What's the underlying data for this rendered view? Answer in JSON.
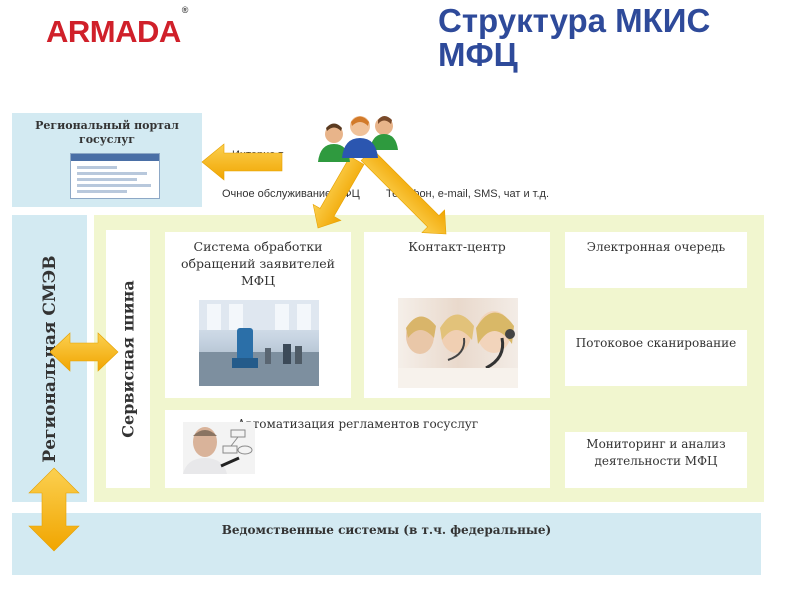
{
  "header": {
    "logo": "ARMADA",
    "logo_mark": "®",
    "title": "Структура МКИС МФЦ"
  },
  "portal": {
    "label": "Региональный портал госуслуг",
    "screenshot_icon": "portal-screenshot"
  },
  "users_icon": "users-group-icon",
  "channels": {
    "internet": "Интерне т",
    "in_person": "Очное обслуживание МФЦ",
    "phone": "Телефон, e-mail, SMS, чат и т.д."
  },
  "smev": {
    "label": "Региональная СМЭВ"
  },
  "service_bus": {
    "label": "Сервисная шина"
  },
  "modules": {
    "appeals": {
      "label": "Система обработки обращений заявителей МФЦ",
      "photo": "office-hall-photo"
    },
    "contact_center": {
      "label": "Контакт-центр",
      "photo": "call-center-operators-photo"
    },
    "queue": {
      "label": "Электронная очередь"
    },
    "scanning": {
      "label": "Потоковое сканирование"
    },
    "monitoring": {
      "label": "Мониторинг и анализ деятельности МФЦ"
    },
    "automation": {
      "label": "Автоматизация регламентов госуслуг",
      "photo": "man-drawing-process-photo"
    }
  },
  "departmental": {
    "label": "Ведомственные системы (в т.ч. федеральные)"
  },
  "colors": {
    "arrow": "#f5b61d",
    "blue_panel": "#d3eaf2",
    "green_panel": "#f1f6cf",
    "title": "#2e4a9a",
    "logo": "#d0202a"
  }
}
